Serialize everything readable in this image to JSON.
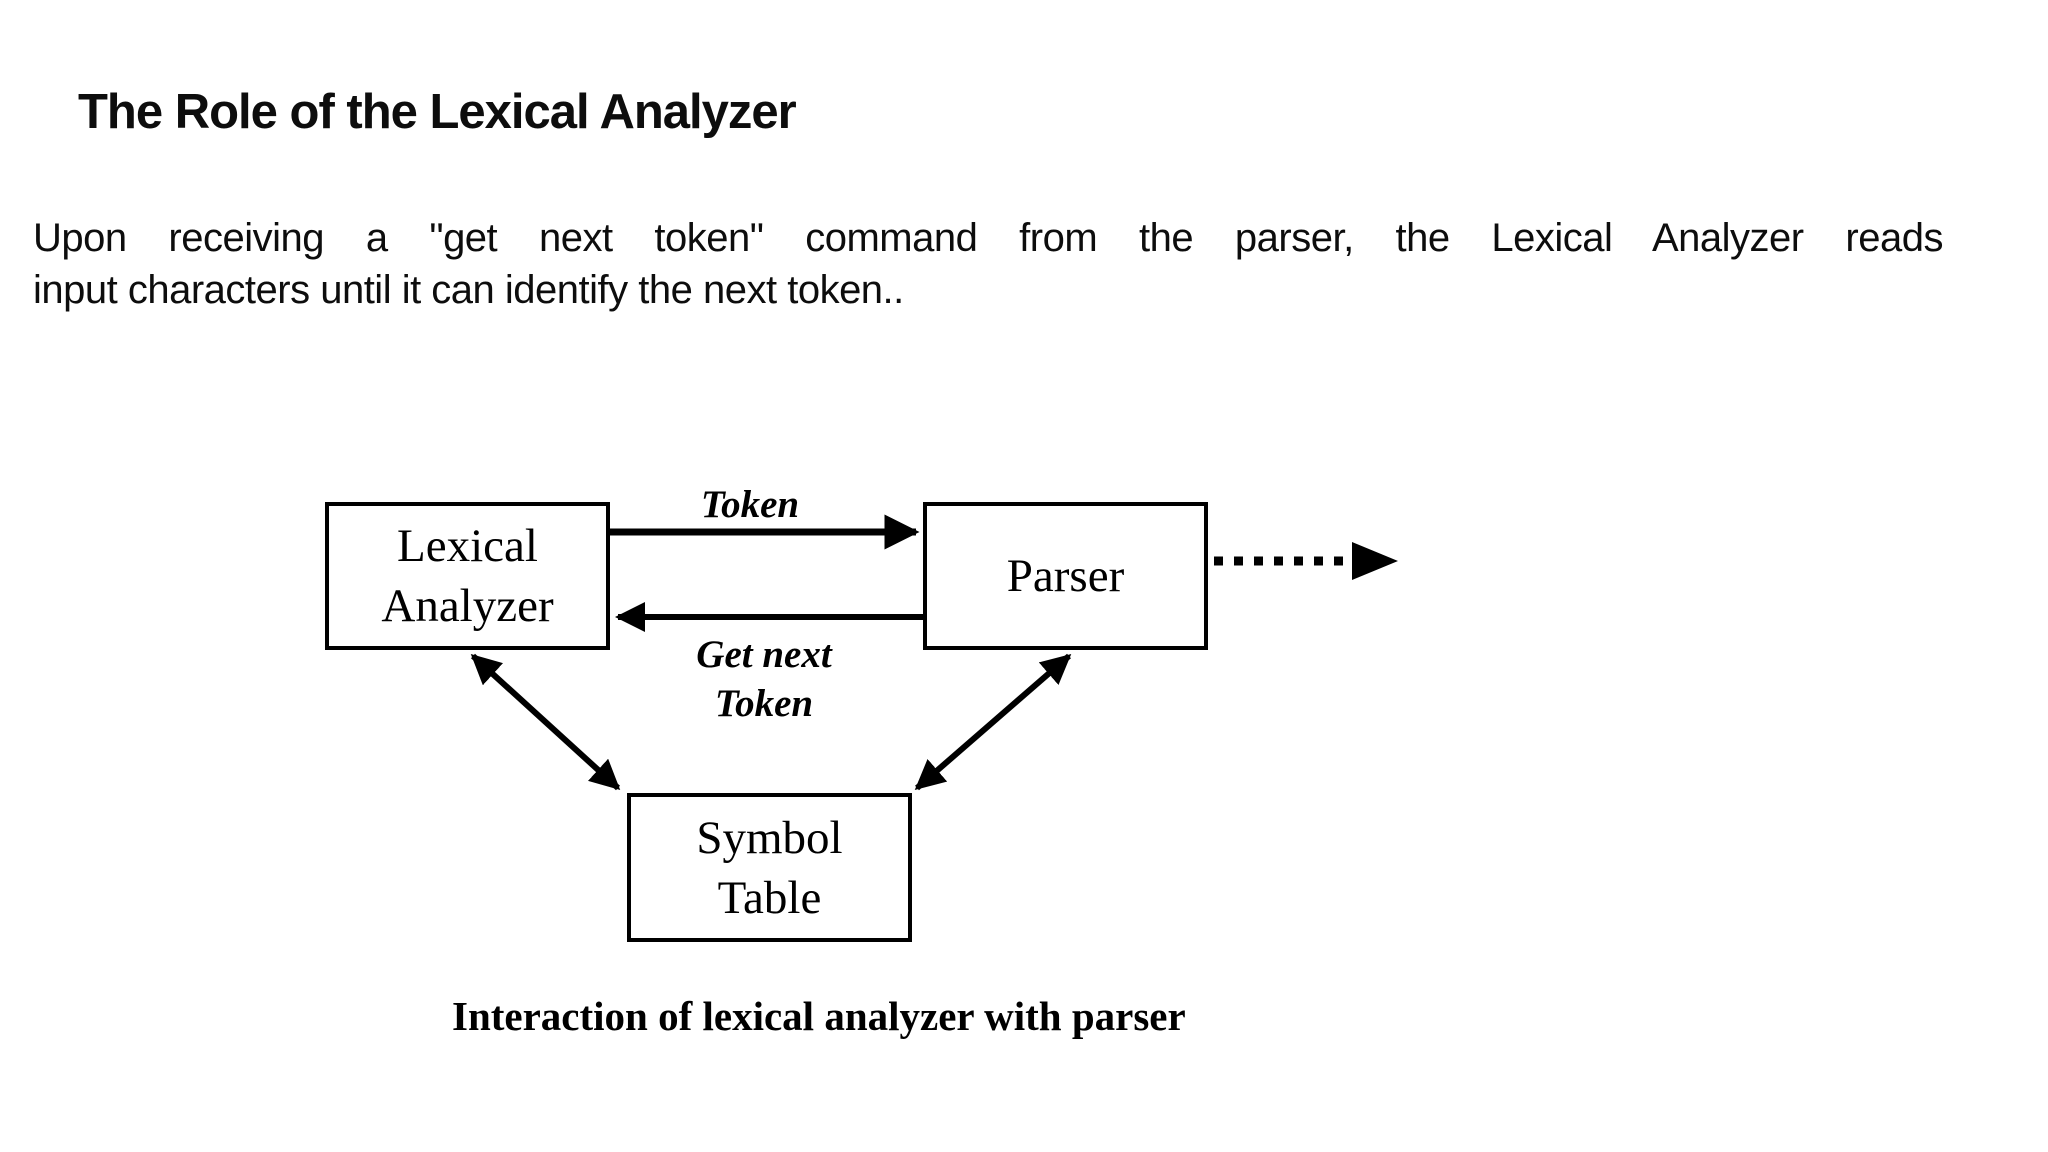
{
  "page": {
    "background": "#ffffff",
    "text_color": "#0d0d0d",
    "line_color": "#000000"
  },
  "title": "The Role of the Lexical Analyzer",
  "intro": {
    "line1": "Upon receiving a \"get next token\" command from the parser, the Lexical Analyzer reads",
    "line2": "input characters until it can identify the next token.."
  },
  "diagram": {
    "lexical_analyzer_box": "Lexical\nAnalyzer",
    "parser_box": "Parser",
    "symbol_table_box": "Symbol\nTable",
    "token_arrow_label": "Token",
    "get_next_token_arrow_label": "Get next\nToken",
    "caption": "Interaction of lexical analyzer with parser"
  }
}
